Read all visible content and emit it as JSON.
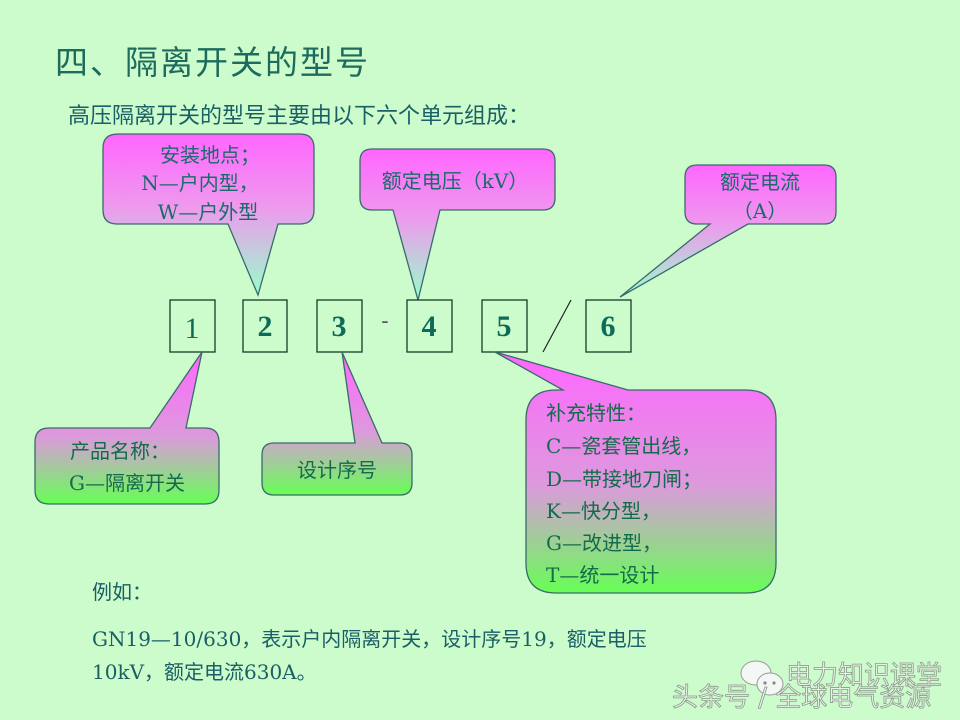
{
  "title": "四、隔离开关的型号",
  "subtitle": "高压隔离开关的型号主要由以下六个单元组成：",
  "callouts": {
    "location": {
      "lines": [
        "安装地点；",
        "N—户内型，",
        "W—户外型"
      ]
    },
    "voltage": {
      "lines": [
        "额定电压（kV）"
      ]
    },
    "current": {
      "lines": [
        "额定电流",
        "（A）"
      ]
    },
    "product": {
      "lines": [
        "产品名称：",
        "G—隔离开关"
      ]
    },
    "design": {
      "lines": [
        "设计序号"
      ]
    },
    "feature": {
      "lines": [
        "补充特性：",
        "C—瓷套管出线，",
        "D—带接地刀闸；",
        "K—快分型，",
        "G—改进型，",
        "T—统一设计"
      ]
    }
  },
  "model": {
    "units": [
      "1",
      "2",
      "3",
      "4",
      "5",
      "6"
    ],
    "dash": "-",
    "slash": "/"
  },
  "example": {
    "label": "例如：",
    "lines": [
      "GN19—10/630，表示户内隔离开关，设计序号19，额定电压",
      "10kV，额定电流630A。"
    ]
  },
  "watermark": {
    "line1": "电力知识课堂",
    "line2": "头条号 / 全球电气资源"
  },
  "colors": {
    "background": "#ccfccc",
    "magenta": "#ff66ff",
    "green": "#66ff66",
    "cyan": "#aaffdd",
    "text": "#1a6a6a"
  }
}
